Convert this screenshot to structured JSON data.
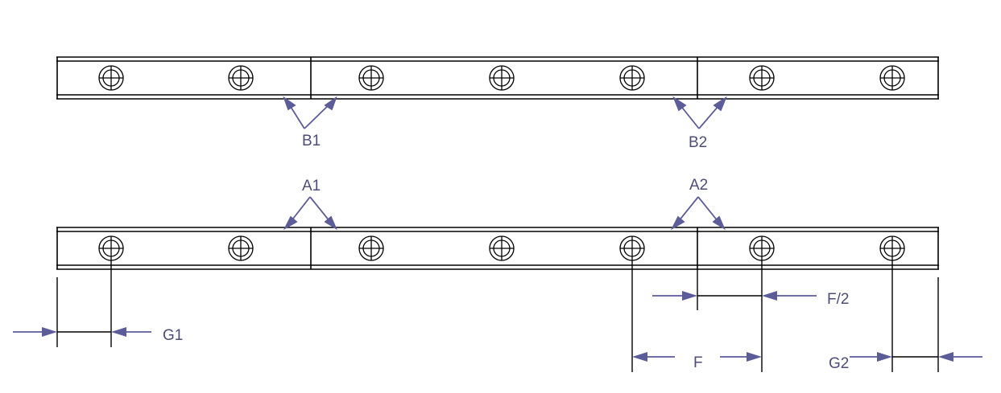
{
  "colors": {
    "line": "#000000",
    "arrow": "#5c5c99",
    "label": "#4d4d7a"
  },
  "top_rail": {
    "joint_labels": [
      "B1",
      "B2"
    ]
  },
  "bottom_rail": {
    "joint_labels": [
      "A1",
      "A2"
    ]
  },
  "dimensions": {
    "g1": "G1",
    "f_half": "F/2",
    "f": "F",
    "g2": "G2"
  }
}
